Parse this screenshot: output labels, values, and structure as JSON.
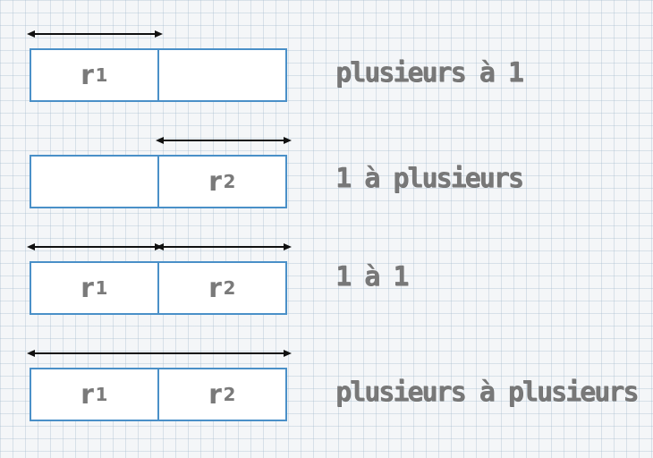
{
  "rows": [
    {
      "cells": [
        {
          "letter": "r",
          "sub": "1"
        },
        {
          "letter": "",
          "sub": ""
        }
      ],
      "label": "plusieurs à 1"
    },
    {
      "cells": [
        {
          "letter": "",
          "sub": ""
        },
        {
          "letter": "r",
          "sub": "2"
        }
      ],
      "label": "1 à plusieurs"
    },
    {
      "cells": [
        {
          "letter": "r",
          "sub": "1"
        },
        {
          "letter": "r",
          "sub": "2"
        }
      ],
      "label": "1 à 1"
    },
    {
      "cells": [
        {
          "letter": "r",
          "sub": "1"
        },
        {
          "letter": "r",
          "sub": "2"
        }
      ],
      "label": "plusieurs à plusieurs"
    }
  ],
  "colors": {
    "table_border": "#4a90c8",
    "cell_text": "#7a7a7a",
    "label_text": "#787878",
    "arrow": "#111111",
    "grid": "#a0b9cd"
  }
}
